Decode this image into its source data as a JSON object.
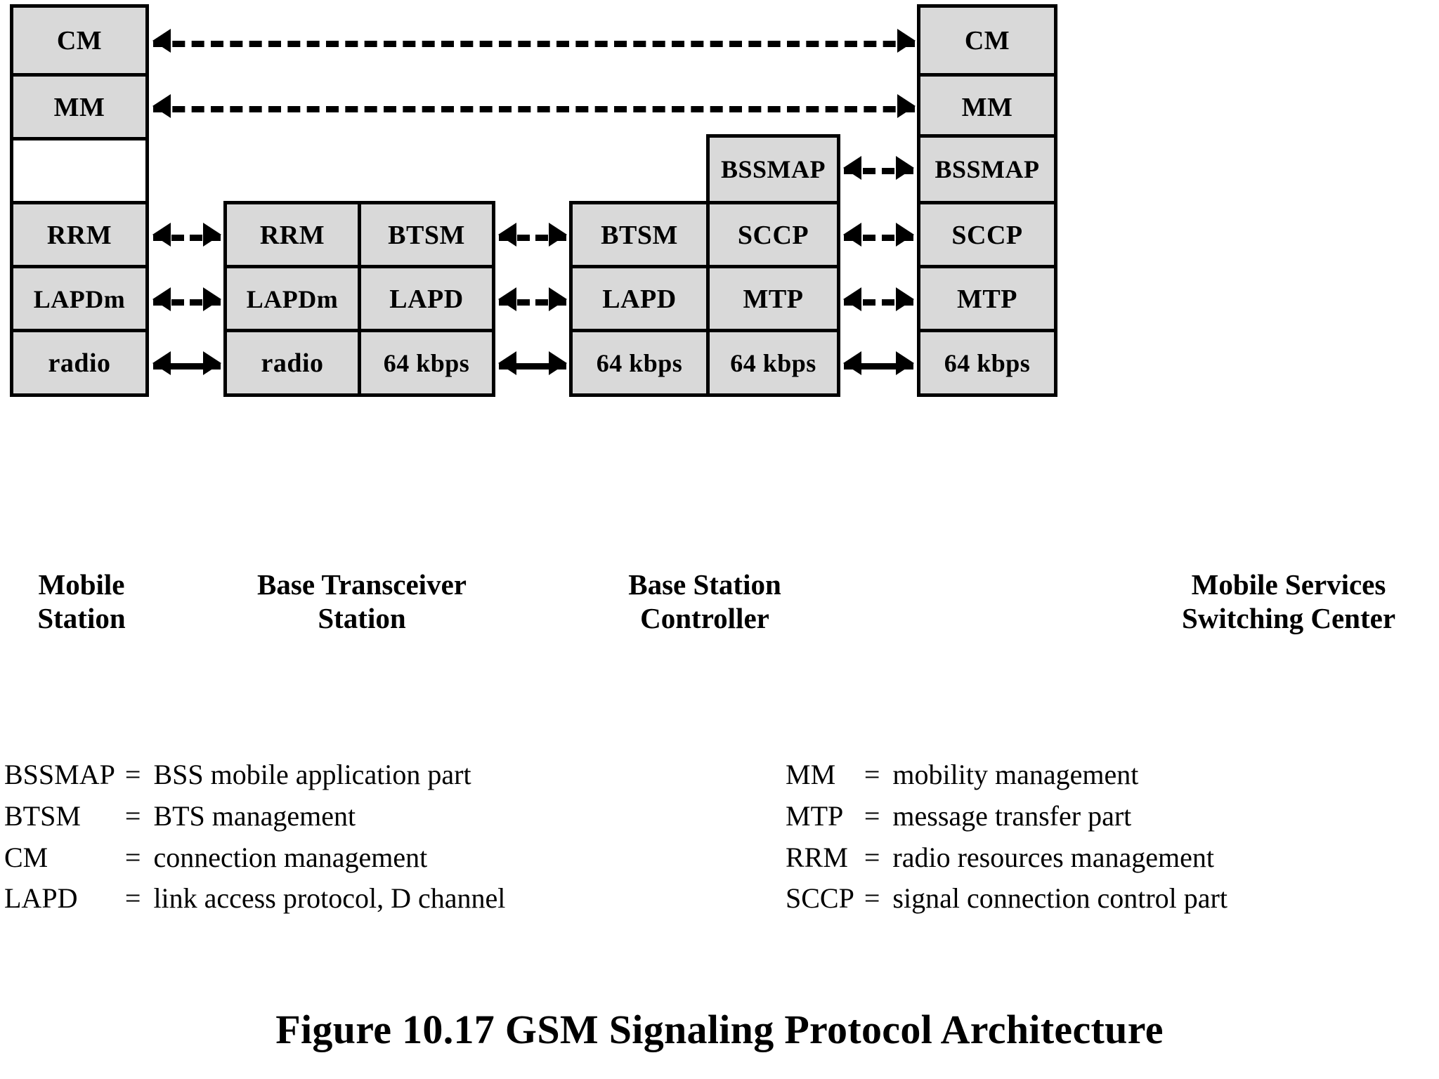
{
  "figure": {
    "caption": "Figure 10.17  GSM Signaling Protocol Architecture"
  },
  "entities": [
    {
      "id": "ms",
      "name": "Mobile Station",
      "caption_lines": [
        "Mobile",
        "Station"
      ]
    },
    {
      "id": "bts",
      "name": "Base Transceiver Station",
      "caption_lines": [
        "Base Transceiver",
        "Station"
      ]
    },
    {
      "id": "bsc",
      "name": "Base Station Controller",
      "caption_lines": [
        "Base Station",
        "Controller"
      ]
    },
    {
      "id": "msc",
      "name": "Mobile Services Switching Center",
      "caption_lines": [
        "Mobile Services",
        "Switching Center"
      ]
    }
  ],
  "stacks": {
    "ms": {
      "layers": [
        "CM",
        "MM",
        "",
        "RRM",
        "LAPDm",
        "radio"
      ]
    },
    "bts": {
      "left": [
        "RRM",
        "LAPDm",
        "radio"
      ],
      "right": [
        "BTSM",
        "LAPD",
        "64 kbps"
      ]
    },
    "bsc": {
      "left": [
        "BTSM",
        "LAPD",
        "64 kbps"
      ],
      "right": [
        "BSSMAP",
        "SCCP",
        "MTP",
        "64 kbps"
      ]
    },
    "msc": {
      "layers": [
        "CM",
        "MM",
        "BSSMAP",
        "SCCP",
        "MTP",
        "64 kbps"
      ]
    }
  },
  "connections": [
    {
      "id": "cm",
      "label": "CM",
      "style": "dashed",
      "from": "ms",
      "to": "msc"
    },
    {
      "id": "mm",
      "label": "MM",
      "style": "dashed",
      "from": "ms",
      "to": "msc"
    },
    {
      "id": "rrm",
      "label": "RRM",
      "style": "dashed",
      "from": "ms",
      "to": "bts"
    },
    {
      "id": "lapdm",
      "label": "LAPDm",
      "style": "dashed",
      "from": "ms",
      "to": "bts"
    },
    {
      "id": "radio",
      "label": "radio",
      "style": "solid",
      "from": "ms",
      "to": "bts"
    },
    {
      "id": "btsm",
      "label": "BTSM",
      "style": "dashed",
      "from": "bts",
      "to": "bsc"
    },
    {
      "id": "lapd",
      "label": "LAPD",
      "style": "dashed",
      "from": "bts",
      "to": "bsc"
    },
    {
      "id": "64k1",
      "label": "64 kbps",
      "style": "solid",
      "from": "bts",
      "to": "bsc"
    },
    {
      "id": "bssmap",
      "label": "BSSMAP",
      "style": "dashed",
      "from": "bsc",
      "to": "msc"
    },
    {
      "id": "sccp",
      "label": "SCCP",
      "style": "dashed",
      "from": "bsc",
      "to": "msc"
    },
    {
      "id": "mtp",
      "label": "MTP",
      "style": "dashed",
      "from": "bsc",
      "to": "msc"
    },
    {
      "id": "64k2",
      "label": "64 kbps",
      "style": "solid",
      "from": "bsc",
      "to": "msc"
    }
  ],
  "abbreviations": {
    "left": [
      {
        "abbr": "BSSMAP",
        "eq": "=",
        "meaning": "BSS mobile application part"
      },
      {
        "abbr": "BTSM",
        "eq": "=",
        "meaning": "BTS management"
      },
      {
        "abbr": "CM",
        "eq": "=",
        "meaning": "connection management"
      },
      {
        "abbr": "LAPD",
        "eq": "=",
        "meaning": "link access protocol, D channel"
      }
    ],
    "right": [
      {
        "abbr": "MM",
        "eq": "=",
        "meaning": "mobility management"
      },
      {
        "abbr": "MTP",
        "eq": "=",
        "meaning": "message transfer part"
      },
      {
        "abbr": "RRM",
        "eq": "=",
        "meaning": "radio resources management"
      },
      {
        "abbr": "SCCP",
        "eq": "=",
        "meaning": "signal connection control part"
      }
    ]
  },
  "colors": {
    "box_fill": "#d9d9d9",
    "box_border": "#000000",
    "page_background": "#ffffff",
    "text": "#000000"
  }
}
